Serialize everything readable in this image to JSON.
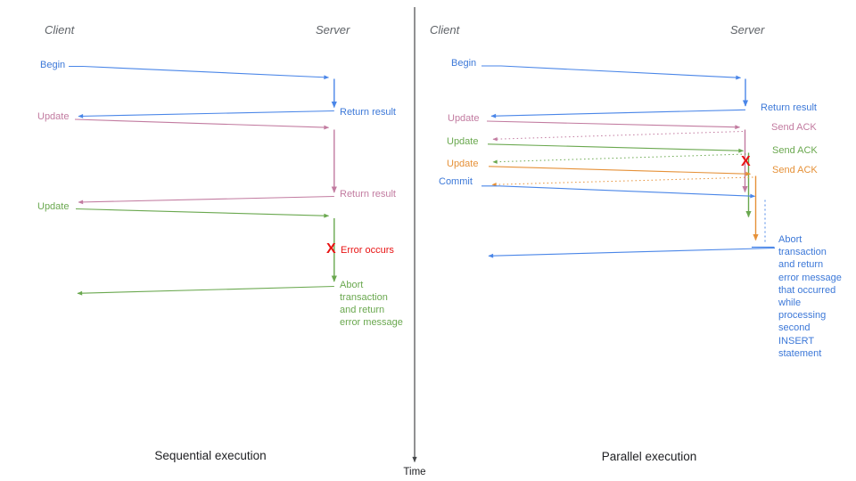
{
  "axis": {
    "label": "Time"
  },
  "colors": {
    "blue_text": "#3c78d8",
    "blue_line": "#4a86e8",
    "pink": "#c27ba0",
    "green": "#6aa84f",
    "orange": "#e69138",
    "red": "#e81313",
    "axis_gray": "#46484a"
  },
  "left": {
    "title": "Sequential execution",
    "client": "Client",
    "server": "Server",
    "labels": {
      "begin": "Begin",
      "return1": "Return result",
      "update1": "Update",
      "return2": "Return result",
      "update2": "Update",
      "error_mark": "X",
      "error": "Error occurs",
      "abort_lines": [
        "Abort",
        "transaction",
        "and return",
        "error message"
      ]
    }
  },
  "right": {
    "title": "Parallel execution",
    "client": "Client",
    "server": "Server",
    "labels": {
      "begin": "Begin",
      "return1": "Return result",
      "update1": "Update",
      "ack1": "Send ACK",
      "update2": "Update",
      "ack2": "Send ACK",
      "update3": "Update",
      "ack3": "Send ACK",
      "commit": "Commit",
      "error_mark": "X",
      "abort_lines": [
        "Abort",
        "transaction",
        "and return",
        "error message",
        "that occurred",
        "while",
        "processing",
        "second",
        "INSERT",
        "statement"
      ]
    }
  }
}
